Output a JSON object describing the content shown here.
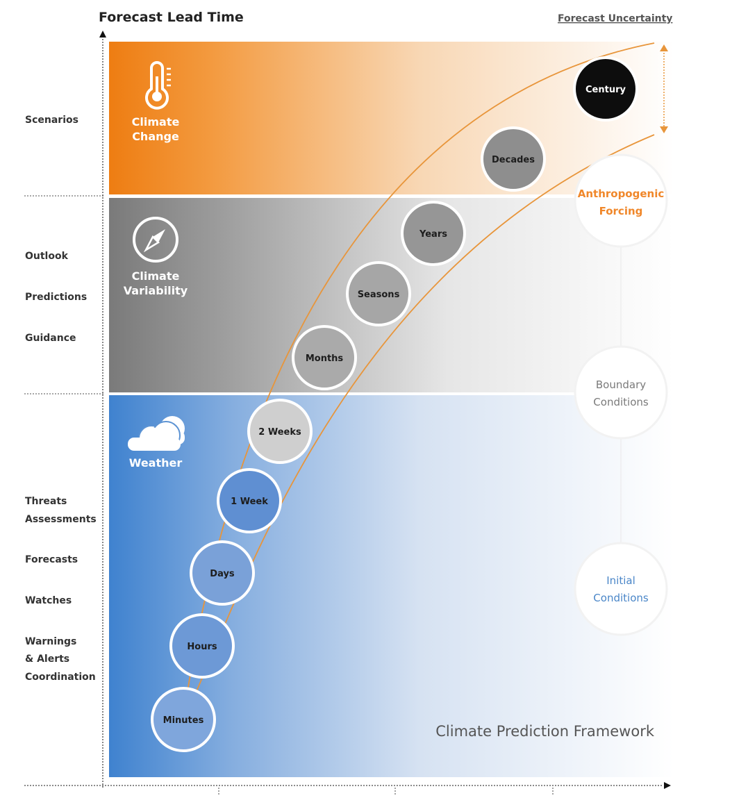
{
  "header": {
    "axis_title": "Forecast Lead Time",
    "uncertainty_label": "Forecast Uncertainty"
  },
  "left_labels": {
    "scenarios": "Scenarios",
    "outlook": "Outlook",
    "predictions": "Predictions",
    "guidance": "Guidance",
    "threats_1": "Threats",
    "threats_2": "Assessments",
    "forecasts": "Forecasts",
    "watches": "Watches",
    "warnings_1": "Warnings",
    "warnings_2": "& Alerts",
    "warnings_3": "Coordination"
  },
  "bands": {
    "climate_change_1": "Climate",
    "climate_change_2": "Change",
    "climate_variability_1": "Climate",
    "climate_variability_2": "Variability",
    "weather": "Weather"
  },
  "timescales": {
    "minutes": "Minutes",
    "hours": "Hours",
    "days": "Days",
    "week": "1 Week",
    "two_weeks": "2 Weeks",
    "months": "Months",
    "seasons": "Seasons",
    "years": "Years",
    "decades": "Decades",
    "century": "Century"
  },
  "drivers": {
    "anthropogenic_1": "Anthropogenic",
    "anthropogenic_2": "Forcing",
    "boundary_1": "Boundary",
    "boundary_2": "Conditions",
    "initial_1": "Initial",
    "initial_2": "Conditions"
  },
  "footer": {
    "framework_title": "Climate Prediction Framework"
  },
  "colors": {
    "orange": "#ef8a1f",
    "gray_band": "#8a8a8a",
    "blue_band": "#4a86c8",
    "initial_blue": "#4a86c8"
  },
  "icons": [
    "thermometer-icon",
    "compass-icon",
    "cloud-icon"
  ]
}
